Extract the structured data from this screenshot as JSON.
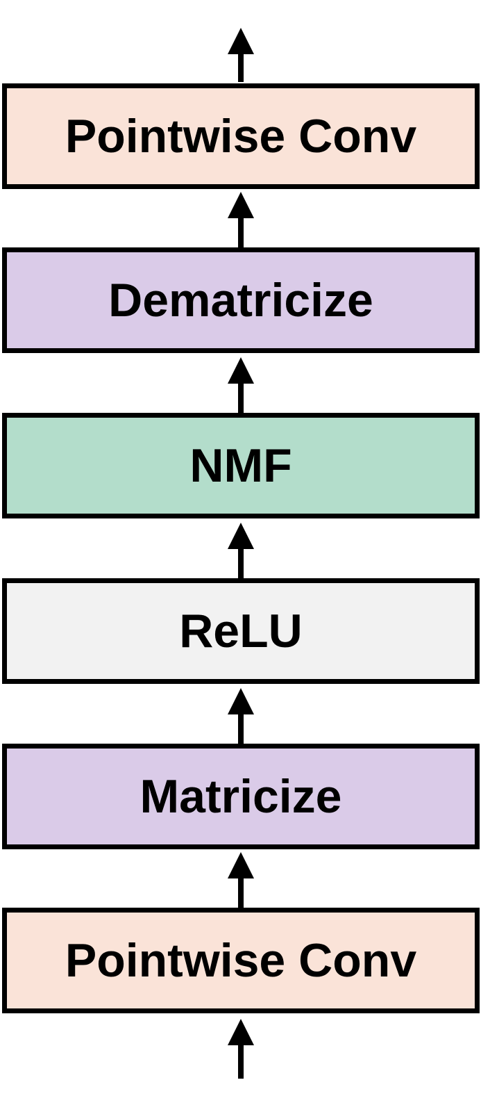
{
  "diagram": {
    "direction": "bottom-to-top",
    "blocks": [
      {
        "label": "Pointwise Conv",
        "color": "#fae3d8"
      },
      {
        "label": "Dematricize",
        "color": "#dacbe8"
      },
      {
        "label": "NMF",
        "color": "#b3ddcb"
      },
      {
        "label": "ReLU",
        "color": "#f2f2f2"
      },
      {
        "label": "Matricize",
        "color": "#dacbe8"
      },
      {
        "label": "Pointwise Conv",
        "color": "#fae3d8"
      }
    ],
    "arrow_color": "#000000"
  }
}
